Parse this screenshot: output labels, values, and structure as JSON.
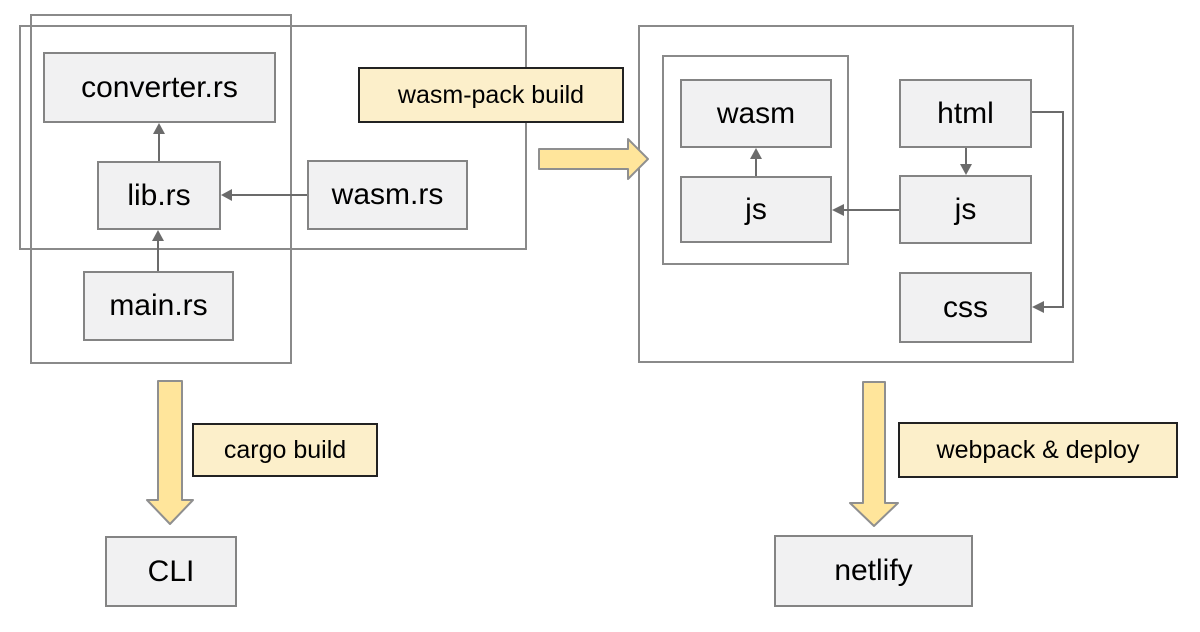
{
  "nodes": {
    "converter_rs": "converter.rs",
    "lib_rs": "lib.rs",
    "wasm_rs": "wasm.rs",
    "main_rs": "main.rs",
    "wasm": "wasm",
    "js_bundle": "js",
    "html": "html",
    "js_source": "js",
    "css": "css",
    "cli": "CLI",
    "netlify": "netlify"
  },
  "labels": {
    "wasm_pack_build": "wasm-pack build",
    "cargo_build": "cargo build",
    "webpack_deploy": "webpack & deploy"
  },
  "edges": [
    {
      "from": "main.rs",
      "to": "lib.rs"
    },
    {
      "from": "lib.rs",
      "to": "converter.rs"
    },
    {
      "from": "wasm.rs",
      "to": "lib.rs"
    },
    {
      "from": "js_bundle",
      "to": "wasm"
    },
    {
      "from": "html",
      "to": "js_source"
    },
    {
      "from": "js_source",
      "to": "js_bundle"
    },
    {
      "from": "html",
      "to": "css"
    },
    {
      "from": "rust-crate-group",
      "to": "web-bundle-group",
      "label": "wasm-pack build"
    },
    {
      "from": "rust-crate-group",
      "to": "CLI",
      "label": "cargo build"
    },
    {
      "from": "web-bundle-group",
      "to": "netlify",
      "label": "webpack & deploy"
    }
  ],
  "colors": {
    "node_fill": "#f1f1f2",
    "node_border": "#848484",
    "group_border": "#8a8a8a",
    "tag_fill": "#fcefca",
    "tag_border": "#222222",
    "arrow_fill": "#ffe59b",
    "arrow_stroke": "#8f8f8f",
    "connector": "#6b6b6b",
    "text": "#000000"
  }
}
